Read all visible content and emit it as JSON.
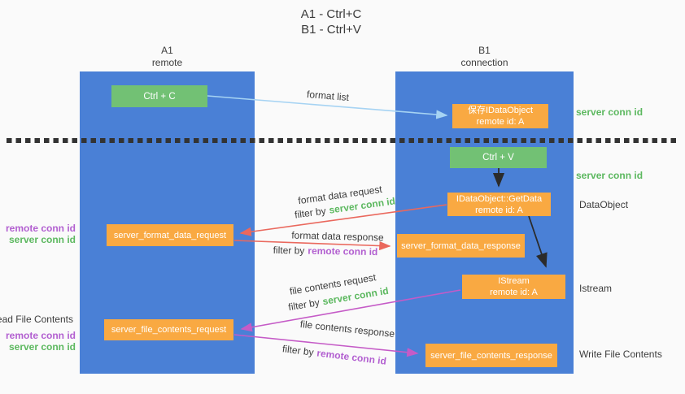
{
  "title": {
    "line1": "A1 - Ctrl+C",
    "line2": "B1 - Ctrl+V"
  },
  "lifelines": {
    "a": {
      "name": "A1",
      "role": "remote"
    },
    "b": {
      "name": "B1",
      "role": "connection"
    }
  },
  "nodes": {
    "ctrl_c": {
      "label": "Ctrl + C"
    },
    "save_dataobject": {
      "line1": "保存IDataObject",
      "line2": "remote id: A"
    },
    "ctrl_v": {
      "label": "Ctrl + V"
    },
    "getdata": {
      "line1": "IDataObject::GetData",
      "line2": "remote id: A"
    },
    "format_request": {
      "label": "server_format_data_request"
    },
    "format_response": {
      "label": "server_format_data_response"
    },
    "istream": {
      "line1": "IStream",
      "line2": "remote id: A"
    },
    "file_request": {
      "label": "server_file_contents_request"
    },
    "file_response": {
      "label": "server_file_contents_response"
    }
  },
  "flow_labels": {
    "format_list": "format list",
    "format_data_request": "format data request",
    "format_data_response": "format data response",
    "file_contents_request": "file contents request",
    "file_contents_response": "file contents response",
    "filter_by": "filter by",
    "server_conn_id": "server conn id",
    "remote_conn_id": "remote conn id"
  },
  "annotations": {
    "right_save": "server conn id",
    "right_ctrl_v": "server conn id",
    "right_dataobject": "DataObject",
    "right_istream": "Istream",
    "right_write": "Write File Contents",
    "left_remote_1": "remote conn id",
    "left_server_1": "server conn id",
    "left_read": "Read File Contents",
    "left_remote_2": "remote conn id",
    "left_server_2": "server conn id"
  },
  "colors": {
    "lifeline_blue": "#4a80d6",
    "node_green": "#72c174",
    "node_orange": "#f9a942",
    "arrow_light_blue": "#a6d3f3",
    "arrow_red": "#ea685d",
    "arrow_magenta": "#c55bc7",
    "arrow_black": "#2b2b2b",
    "text_green": "#5cb85f",
    "text_purple": "#b25fd0",
    "text_dark": "#3d3d3d",
    "background": "#fafafa"
  }
}
